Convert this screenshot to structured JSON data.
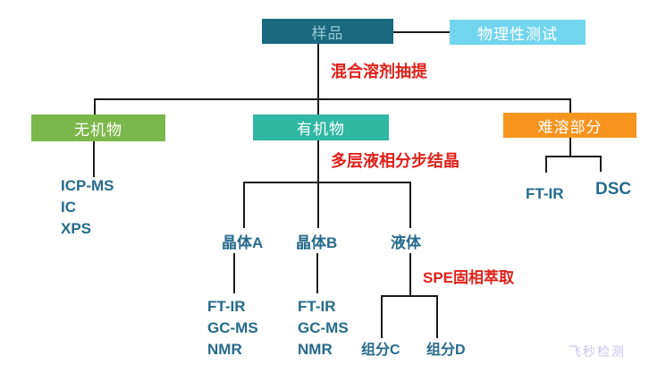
{
  "flowchart": {
    "root": {
      "label": "样品"
    },
    "physical_test": {
      "label": "物理性测试"
    },
    "process_labels": {
      "extraction": "混合溶剂抽提",
      "crystallization": "多层液相分步结晶",
      "spe": "SPE固相萃取"
    },
    "branches": {
      "inorganic": {
        "label": "无机物",
        "methods": [
          "ICP-MS",
          "IC",
          "XPS"
        ]
      },
      "organic": {
        "label": "有机物"
      },
      "insoluble": {
        "label": "难溶部分",
        "methods": [
          "FT-IR",
          "DSC"
        ]
      }
    },
    "organic_children": {
      "crystal_a": {
        "label": "晶体A",
        "methods": [
          "FT-IR",
          "GC-MS",
          "NMR"
        ]
      },
      "crystal_b": {
        "label": "晶体B",
        "methods": [
          "FT-IR",
          "GC-MS",
          "NMR"
        ]
      },
      "liquid": {
        "label": "液体",
        "fractions": [
          "组分C",
          "组分D"
        ]
      }
    },
    "watermark": "飞秒检测",
    "colors": {
      "root_box": "#19697F",
      "root_text": "#9AC6D2",
      "physical_box": "#72D5EE",
      "inorganic_box": "#7BB84B",
      "organic_box": "#30B8A2",
      "insoluble_box": "#F7941E",
      "annotation_red": "#E0201A",
      "method_text_blue": "#266A8C",
      "connector_black": "#1a1a1a",
      "watermark_purple": "#C9C1EE"
    }
  }
}
